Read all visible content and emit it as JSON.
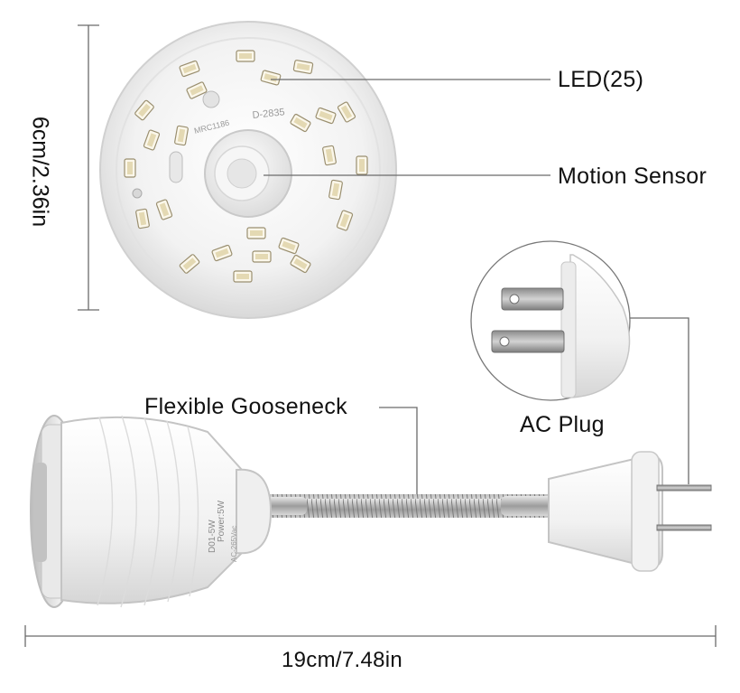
{
  "labels": {
    "led": "LED(25)",
    "motion_sensor": "Motion Sensor",
    "gooseneck": "Flexible Gooseneck",
    "ac_plug": "AC Plug",
    "height": "6cm/2.36in",
    "width": "19cm/7.48in"
  },
  "markings": {
    "board_code": "D-2835",
    "board_id": "MRC1186",
    "body_power": "Power:5W",
    "body_model": "D01-5W",
    "body_voltage": "AC-265Vac"
  },
  "colors": {
    "line": "#6b6b6b",
    "plastic": "#f4f4f4",
    "shadow": "#cfcfcf",
    "metal": "#b9b9b9",
    "led_chip": "#fbf7ea"
  }
}
